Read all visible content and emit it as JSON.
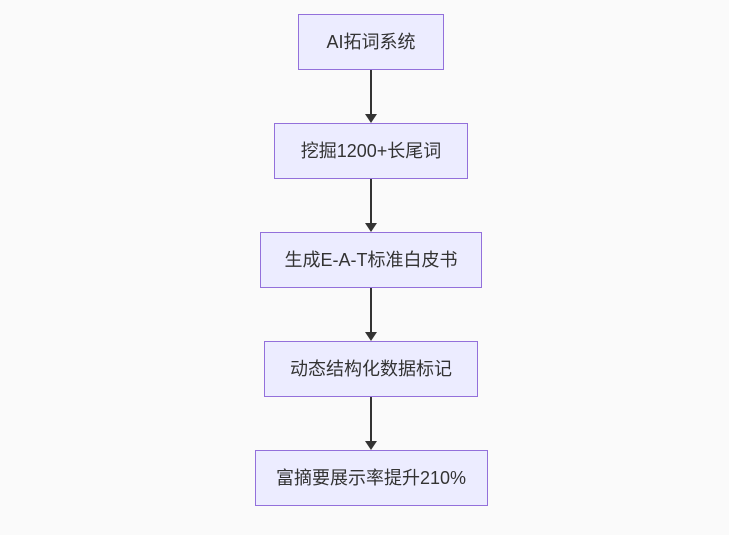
{
  "diagram": {
    "type": "flowchart",
    "direction": "top-down",
    "nodes": [
      {
        "id": "node-1",
        "label": "AI拓词系统"
      },
      {
        "id": "node-2",
        "label": "挖掘1200+长尾词"
      },
      {
        "id": "node-3",
        "label": "生成E-A-T标准白皮书"
      },
      {
        "id": "node-4",
        "label": "动态结构化数据标记"
      },
      {
        "id": "node-5",
        "label": "富摘要展示率提升210%"
      }
    ],
    "edges": [
      {
        "from": "node-1",
        "to": "node-2",
        "style": "arrow-down"
      },
      {
        "from": "node-2",
        "to": "node-3",
        "style": "arrow-down"
      },
      {
        "from": "node-3",
        "to": "node-4",
        "style": "arrow-down"
      },
      {
        "from": "node-4",
        "to": "node-5",
        "style": "arrow-down"
      }
    ],
    "colors": {
      "node_fill": "#ECECFF",
      "node_border": "#9370DB",
      "arrow": "#333333",
      "text": "#333333",
      "background": "#FAFAFA"
    }
  }
}
